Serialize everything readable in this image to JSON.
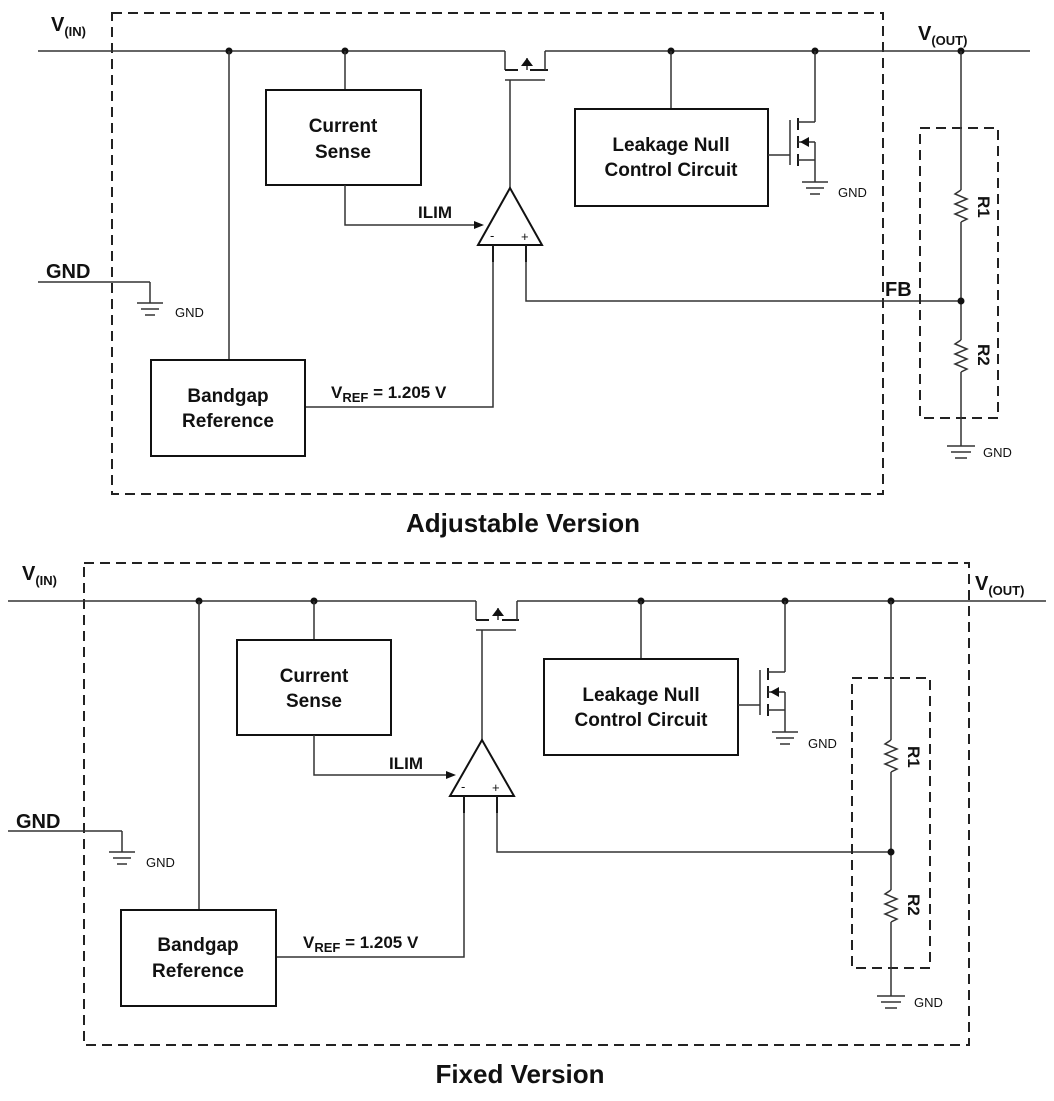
{
  "adjustable": {
    "title": "Adjustable Version",
    "vin": "V",
    "vin_sub": "(IN)",
    "vout": "V",
    "vout_sub": "(OUT)",
    "gnd_label": "GND",
    "gnd_small": "GND",
    "current_sense_1": "Current",
    "current_sense_2": "Sense",
    "leakage_1": "Leakage Null",
    "leakage_2": "Control Circuit",
    "bandgap_1": "Bandgap",
    "bandgap_2": "Reference",
    "ilim": "ILIM",
    "vref_v": "V",
    "vref_sub": "REF",
    "vref_val": " = 1.205 V",
    "fb": "FB",
    "r1": "R1",
    "r2": "R2",
    "minus": "-",
    "plus": "+"
  },
  "fixed": {
    "title": "Fixed Version",
    "vin": "V",
    "vin_sub": "(IN)",
    "vout": "V",
    "vout_sub": "(OUT)",
    "gnd_label": "GND",
    "gnd_small": "GND",
    "current_sense_1": "Current",
    "current_sense_2": "Sense",
    "leakage_1": "Leakage Null",
    "leakage_2": "Control Circuit",
    "bandgap_1": "Bandgap",
    "bandgap_2": "Reference",
    "ilim": "ILIM",
    "vref_v": "V",
    "vref_sub": "REF",
    "vref_val": " = 1.205 V",
    "r1": "R1",
    "r2": "R2",
    "minus": "-",
    "plus": "+"
  }
}
